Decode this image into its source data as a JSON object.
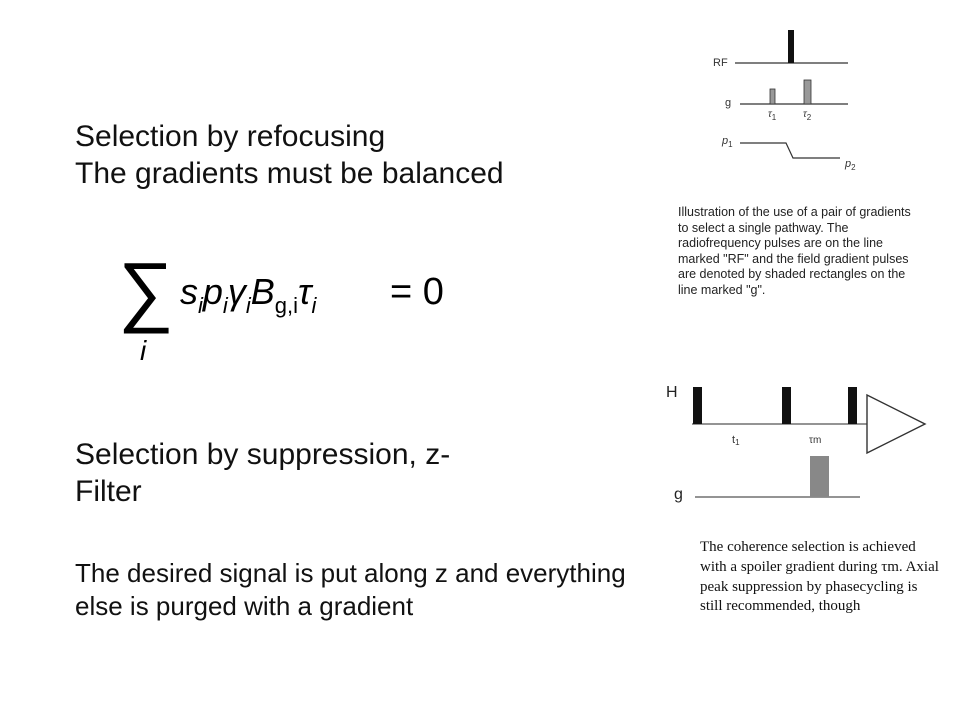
{
  "slide": {
    "heading1": {
      "line1": "Selection by refocusing",
      "line2": "The gradients must be balanced"
    },
    "heading2": {
      "line1": "Selection by suppression, z-",
      "line2": "Filter"
    },
    "body_text": "The desired signal is put along z and everything else is purged with a gradient",
    "formula": {
      "sum_symbol": "∑",
      "sum_index": "i",
      "equals": "= 0"
    },
    "pulse_diagram_1": {
      "rf_label": "RF",
      "g_label": "g",
      "tau1_label": "τ",
      "tau1_sub": "1",
      "tau2_label": "τ",
      "tau2_sub": "2",
      "p1_label": "p",
      "p1_sub": "1",
      "p2_label": "p",
      "p2_sub": "2",
      "caption": "Illustration of the use of a pair of gradients to select a single pathway.  The radiofrequency pulses are on the line marked \"RF\" and the field gradient pulses are denoted by shaded rectangles on the line marked \"g\"."
    },
    "pulse_diagram_2": {
      "h_label": "H",
      "t1_label": "t",
      "t1_sub": "1",
      "tm_label": "τm",
      "g_label": "g",
      "caption": "The coherence selection is achieved with a spoiler gradient during τm. Axial peak suppression by phasecycling is still recommended, though"
    }
  }
}
